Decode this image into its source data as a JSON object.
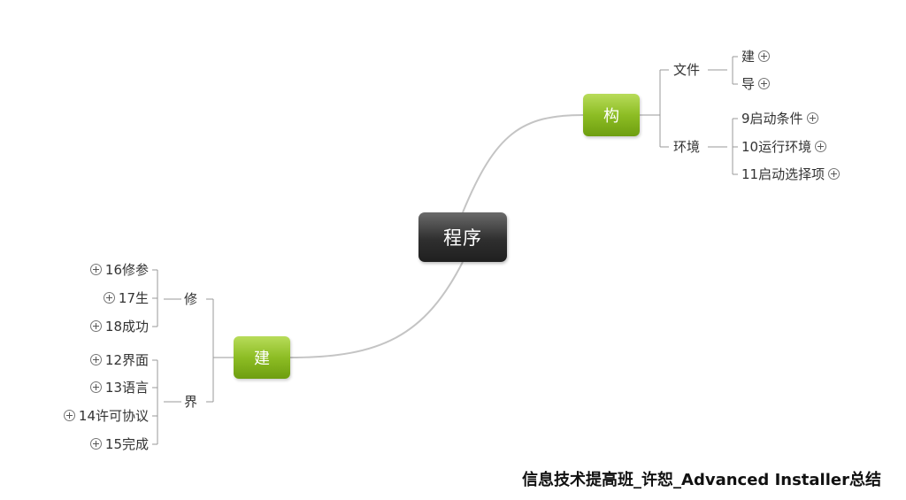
{
  "root": {
    "label": "程序"
  },
  "branches": {
    "gou": {
      "label": "构",
      "groups": {
        "wenjian": {
          "label": "文件",
          "items": [
            "建",
            "导"
          ]
        },
        "huanjing": {
          "label": "环境",
          "items": [
            "9启动条件",
            "10运行环境",
            "11启动选择项"
          ]
        }
      }
    },
    "jian": {
      "label": "建",
      "groups": {
        "xiu": {
          "label": "修",
          "items": [
            "16修参",
            "17生",
            "18成功"
          ]
        },
        "jie": {
          "label": "界",
          "items": [
            "12界面",
            "13语言",
            "14许可协议",
            "15完成"
          ]
        }
      }
    }
  },
  "footer": {
    "text": "信息技术提高班_许恕_Advanced Installer总结"
  },
  "colors": {
    "root": "#2f2f2f",
    "branch": "#8dbd24",
    "connector": "#bbbbbb",
    "bracket": "#999999"
  },
  "icons": {
    "expand": "plus-circle-icon"
  }
}
